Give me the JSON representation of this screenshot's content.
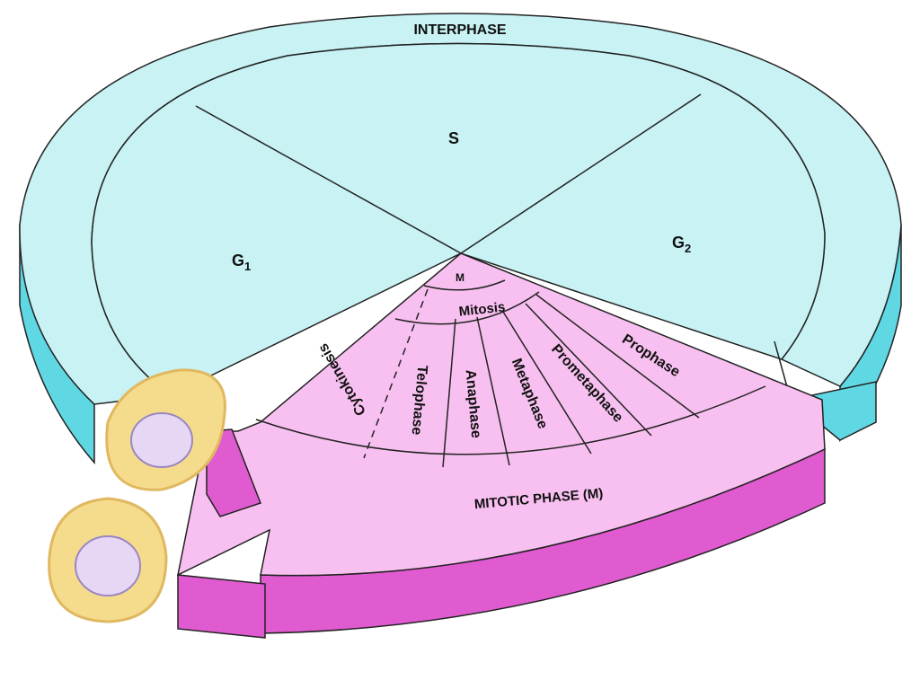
{
  "title": "INTERPHASE",
  "interphase": {
    "s": "S",
    "g1": "G",
    "g1_sub": "1",
    "g2": "G",
    "g2_sub": "2"
  },
  "mitotic": {
    "m": "M",
    "mitosis": "Mitosis",
    "phases": [
      "Prophase",
      "Prometaphase",
      "Metaphase",
      "Anaphase",
      "Telophase",
      "Cytokinesis"
    ],
    "band_label": "MITOTIC PHASE (M)"
  },
  "colors": {
    "interphase": "#c8f2f4",
    "interphase_side": "#5fd8e4",
    "mitotic": "#f8c0f0",
    "mitotic_side": "#e05ad0",
    "cell": "#f5dc8c",
    "nucleus": "#e6d8f4"
  }
}
